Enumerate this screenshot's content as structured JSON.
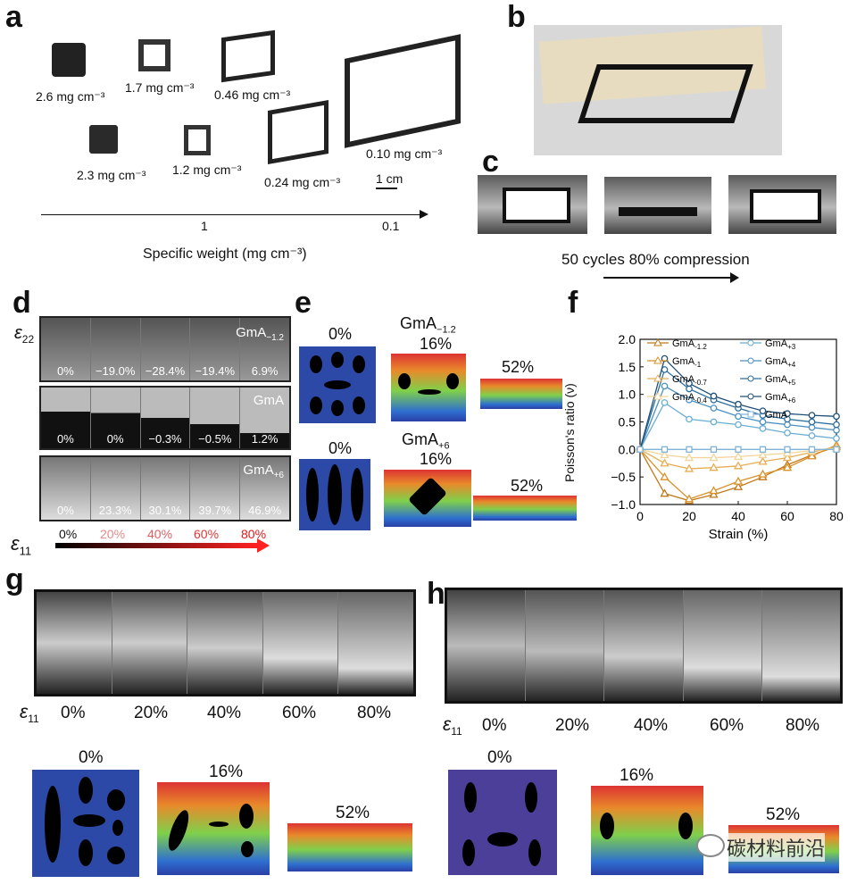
{
  "panels": {
    "a": "a",
    "b": "b",
    "c": "c",
    "d": "d",
    "e": "e",
    "f": "f",
    "g": "g",
    "h": "h"
  },
  "a": {
    "densities": [
      "2.6 mg cm⁻³",
      "1.7 mg cm⁻³",
      "0.46 mg cm⁻³",
      "2.3 mg cm⁻³",
      "1.2 mg cm⁻³",
      "0.24 mg cm⁻³",
      "0.10 mg cm⁻³"
    ],
    "scale": "1 cm",
    "axis_ticks": [
      "1",
      "0.1"
    ],
    "axis_label": "Specific weight (mg cm⁻³)"
  },
  "c": {
    "caption": "50 cycles 80% compression"
  },
  "d": {
    "eps22": "ε",
    "eps22_sub": "22",
    "rows": [
      {
        "name": "GmA",
        "sub": "−1.2",
        "vals": [
          "0%",
          "−19.0%",
          "−28.4%",
          "−19.4%",
          "6.9%"
        ]
      },
      {
        "name": "GmA",
        "sub": "",
        "vals": [
          "0%",
          "0%",
          "−0.3%",
          "−0.5%",
          "1.2%"
        ]
      },
      {
        "name": "GmA",
        "sub": "+6",
        "vals": [
          "0%",
          "23.3%",
          "30.1%",
          "39.7%",
          "46.9%"
        ]
      }
    ],
    "eps11": "ε",
    "eps11_sub": "11",
    "strain_scale": [
      "0%",
      "20%",
      "40%",
      "60%",
      "80%"
    ]
  },
  "e": {
    "top": {
      "name": "GmA",
      "sub": "−1.2",
      "labels": [
        "0%",
        "16%",
        "52%"
      ]
    },
    "bottom": {
      "name": "GmA",
      "sub": "+6",
      "labels": [
        "0%",
        "16%",
        "52%"
      ]
    }
  },
  "f": {
    "chart_data": {
      "type": "line",
      "xlabel": "Strain (%)",
      "ylabel": "Poisson's ratio (ν)",
      "xlim": [
        0,
        80
      ],
      "ylim": [
        -1.0,
        2.0
      ],
      "xticks": [
        "0",
        "20",
        "40",
        "60",
        "80"
      ],
      "yticks": [
        "2.0",
        "1.5",
        "1.0",
        "0.5",
        "0.0",
        "−0.5",
        "−1.0"
      ],
      "x": [
        0,
        10,
        20,
        30,
        40,
        50,
        60,
        70,
        80
      ],
      "series": [
        {
          "name": "GmA-1.2",
          "label": "GmA",
          "sub": "-1.2",
          "color": "#c07a1a",
          "marker": "triangle",
          "values": [
            0,
            -0.8,
            -0.93,
            -0.82,
            -0.68,
            -0.5,
            -0.28,
            -0.1,
            0.05
          ]
        },
        {
          "name": "GmA-1",
          "label": "GmA",
          "sub": "-1",
          "color": "#d9912a",
          "marker": "triangle",
          "values": [
            0,
            -0.5,
            -0.9,
            -0.75,
            -0.58,
            -0.45,
            -0.33,
            -0.12,
            0.08
          ]
        },
        {
          "name": "GmA-0.7",
          "label": "GmA",
          "sub": "-0.7",
          "color": "#e6ad55",
          "marker": "triangle",
          "values": [
            0,
            -0.25,
            -0.35,
            -0.33,
            -0.3,
            -0.22,
            -0.15,
            -0.05,
            0.05
          ]
        },
        {
          "name": "GmA-0.4",
          "label": "GmA",
          "sub": "-0.4",
          "color": "#f2d49a",
          "marker": "triangle",
          "values": [
            0,
            -0.1,
            -0.15,
            -0.15,
            -0.13,
            -0.1,
            -0.07,
            -0.02,
            0.02
          ]
        },
        {
          "name": "GmA+3",
          "label": "GmA",
          "sub": "+3",
          "color": "#6aaed2",
          "marker": "circle",
          "values": [
            0,
            0.85,
            0.55,
            0.5,
            0.45,
            0.38,
            0.3,
            0.25,
            0.2
          ]
        },
        {
          "name": "GmA+4",
          "label": "GmA",
          "sub": "+4",
          "color": "#4a90c0",
          "marker": "circle",
          "values": [
            0,
            1.15,
            0.9,
            0.75,
            0.6,
            0.5,
            0.45,
            0.4,
            0.35
          ]
        },
        {
          "name": "GmA+5",
          "label": "GmA",
          "sub": "+5",
          "color": "#2e6e9e",
          "marker": "circle",
          "values": [
            0,
            1.45,
            1.1,
            0.9,
            0.75,
            0.62,
            0.55,
            0.5,
            0.45
          ]
        },
        {
          "name": "GmA+6",
          "label": "GmA",
          "sub": "+6",
          "color": "#1e4f78",
          "marker": "circle",
          "values": [
            0,
            1.65,
            1.2,
            0.97,
            0.82,
            0.7,
            0.65,
            0.62,
            0.6
          ]
        },
        {
          "name": "GmA",
          "label": "GmA",
          "sub": "",
          "color": "#7fb3d8",
          "marker": "square",
          "values": [
            0,
            0,
            0,
            0,
            0,
            0,
            0,
            0,
            0
          ]
        }
      ]
    }
  },
  "g": {
    "eps": "ε",
    "eps_sub": "11",
    "strains": [
      "0%",
      "20%",
      "40%",
      "60%",
      "80%"
    ],
    "fe": [
      "0%",
      "16%",
      "52%"
    ]
  },
  "h": {
    "eps": "ε",
    "eps_sub": "11",
    "strains": [
      "0%",
      "20%",
      "40%",
      "60%",
      "80%"
    ],
    "fe": [
      "0%",
      "16%",
      "52%"
    ]
  },
  "watermark": "碳材料前沿"
}
